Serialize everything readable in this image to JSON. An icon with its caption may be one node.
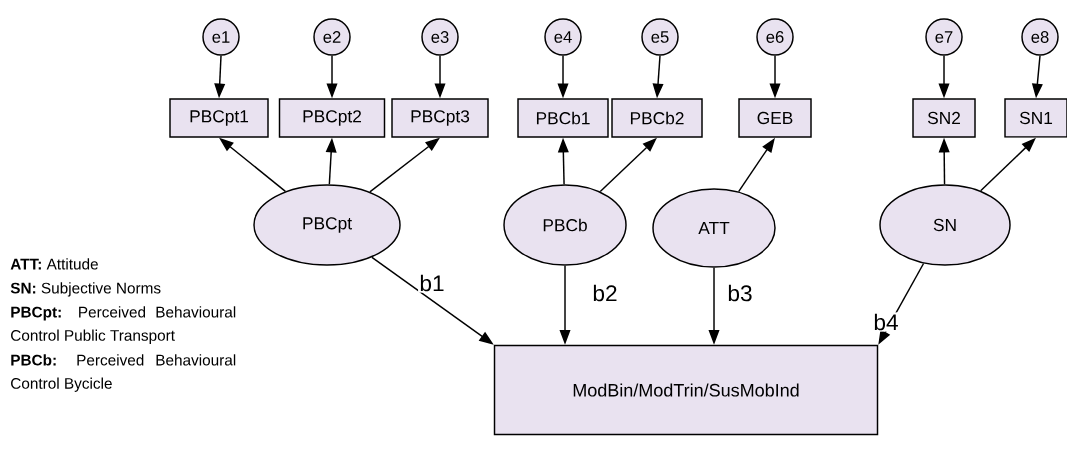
{
  "diagram": {
    "nodes": [
      {
        "text": [
          "e1"
        ]
      },
      {
        "text": [
          "e2"
        ]
      },
      {
        "text": [
          "e3"
        ]
      },
      {
        "text": [
          "e4"
        ]
      },
      {
        "text": [
          "e5"
        ]
      },
      {
        "text": [
          "e6"
        ]
      },
      {
        "text": [
          "e7"
        ]
      },
      {
        "text": [
          "e8"
        ]
      },
      {
        "text": [
          "PBCpt1"
        ]
      },
      {
        "text": [
          "PBCpt2"
        ]
      },
      {
        "text": [
          "PBCpt3"
        ]
      },
      {
        "text": [
          "PBCb1"
        ]
      },
      {
        "text": [
          "PBCb2"
        ]
      },
      {
        "text": [
          "GEB"
        ]
      },
      {
        "text": [
          "SN2"
        ]
      },
      {
        "text": [
          "SN1"
        ]
      },
      {
        "text": [
          "PBCpt"
        ]
      },
      {
        "text": [
          "PBCb"
        ]
      },
      {
        "text": [
          "ATT"
        ]
      },
      {
        "text": [
          "SN"
        ]
      },
      {
        "text": [
          "ModBin/ModTrin/SusMobInd"
        ]
      }
    ],
    "edges": [
      {
        "from": 0,
        "to": 8,
        "arrow": "to"
      },
      {
        "from": 1,
        "to": 9,
        "arrow": "to"
      },
      {
        "from": 2,
        "to": 10,
        "arrow": "to"
      },
      {
        "from": 3,
        "to": 11,
        "arrow": "to"
      },
      {
        "from": 4,
        "to": 12,
        "arrow": "to"
      },
      {
        "from": 5,
        "to": 13,
        "arrow": "to"
      },
      {
        "from": 6,
        "to": 14,
        "arrow": "to"
      },
      {
        "from": 7,
        "to": 15,
        "arrow": "to"
      },
      {
        "from": 16,
        "to": 8,
        "arrow": "to"
      },
      {
        "from": 16,
        "to": 9,
        "arrow": "to"
      },
      {
        "from": 16,
        "to": 10,
        "arrow": "to"
      },
      {
        "from": 17,
        "to": 11,
        "arrow": "to"
      },
      {
        "from": 17,
        "to": 12,
        "arrow": "to"
      },
      {
        "from": 18,
        "to": 13,
        "arrow": "to"
      },
      {
        "from": 19,
        "to": 14,
        "arrow": "to"
      },
      {
        "from": 19,
        "to": 15,
        "arrow": "to"
      },
      {
        "from": 16,
        "to": 20,
        "arrow": "to",
        "label": "b1"
      },
      {
        "from": 17,
        "to": 20,
        "arrow": "to",
        "label": "b2"
      },
      {
        "from": 18,
        "to": 20,
        "arrow": "to",
        "label": "b3"
      },
      {
        "from": 19,
        "to": 20,
        "arrow": "to",
        "label": "b4"
      }
    ],
    "labels": [
      "**ATT:** Attitude",
      "**SN:** Subjective Norms",
      "**PBCpt:** Perceived Behavioural Control Public Transport",
      "**PBCb:** Perceived Behavioural Control Bycicle"
    ]
  }
}
